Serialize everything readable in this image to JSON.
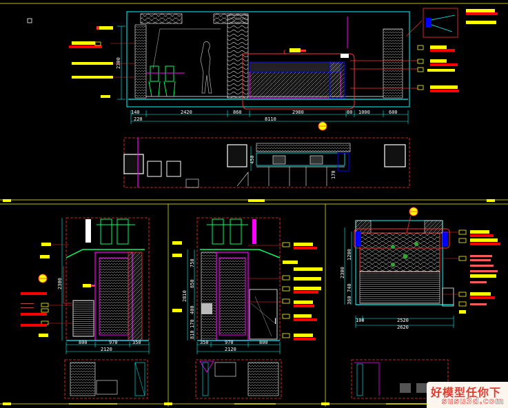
{
  "top_elevation": {
    "bottom_dims": [
      "2420",
      "860",
      "2980",
      "80",
      "1000",
      "600"
    ],
    "left_dim_start": "220",
    "left_dim_second": "140",
    "total_dim": "8110",
    "height_dim": "2300"
  },
  "plan_top": {
    "dims": [
      "450",
      "170"
    ]
  },
  "bottom_left": {
    "dims": [
      "800",
      "970",
      "350"
    ],
    "total": "2120",
    "height": "2300"
  },
  "bottom_mid": {
    "dims": [
      "350",
      "970",
      "800"
    ],
    "total": "2120",
    "height_dims": [
      "750",
      "850",
      "400",
      "170",
      "810"
    ],
    "height_total": "2810"
  },
  "bottom_right": {
    "dims": [
      "100",
      "2520"
    ],
    "total": "2620",
    "height_dims": [
      "1200",
      "740",
      "360"
    ],
    "height_total": "2300"
  },
  "watermark": {
    "line1": "好模型任你下",
    "line2": "susu3d.com"
  }
}
